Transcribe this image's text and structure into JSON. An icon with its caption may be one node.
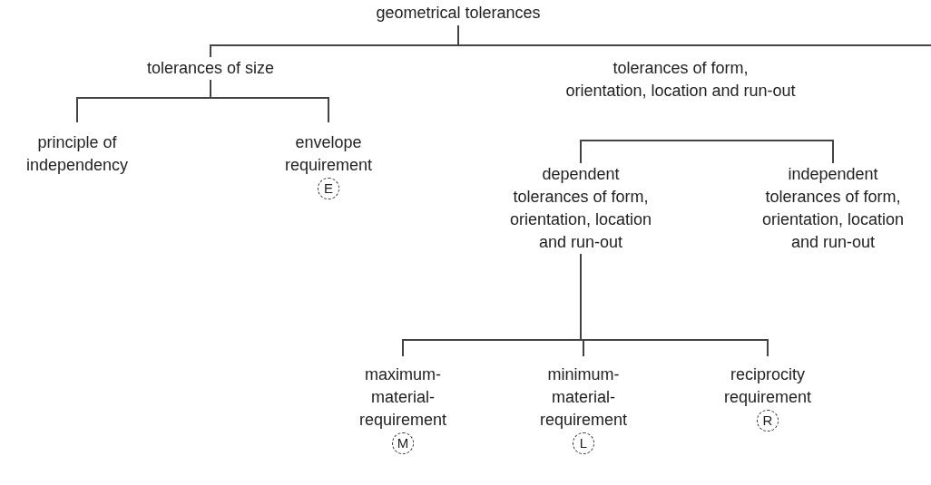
{
  "diagram": {
    "nodes": [
      {
        "text": [
          "geometrical tolerances"
        ]
      },
      {
        "text": [
          "tolerances of size"
        ]
      },
      {
        "text": [
          "tolerances of form, orientation, location and run-out"
        ]
      },
      {
        "text": [
          "principle of independency"
        ]
      },
      {
        "text": [
          "envelope requirement",
          "E"
        ]
      },
      {
        "text": [
          "dependent tolerances of form, orientation, location and run-out"
        ]
      },
      {
        "text": [
          "independent tolerances of form, orientation, location and run-out"
        ]
      },
      {
        "text": [
          "maximum- material- requirement",
          "M"
        ]
      },
      {
        "text": [
          "minimum- material- requirement",
          "L"
        ]
      },
      {
        "text": [
          "reciprocity requirement",
          "R"
        ]
      }
    ],
    "edges": [
      {
        "from": 0,
        "to": 1,
        "arrow": "none"
      },
      {
        "from": 0,
        "to": 2,
        "arrow": "none"
      },
      {
        "from": 1,
        "to": 3,
        "arrow": "none"
      },
      {
        "from": 1,
        "to": 4,
        "arrow": "none"
      },
      {
        "from": 5,
        "to": 6,
        "arrow": "none"
      },
      {
        "from": 5,
        "to": 7,
        "arrow": "none"
      },
      {
        "from": 5,
        "to": 8,
        "arrow": "none"
      },
      {
        "from": 5,
        "to": 9,
        "arrow": "none"
      }
    ]
  }
}
